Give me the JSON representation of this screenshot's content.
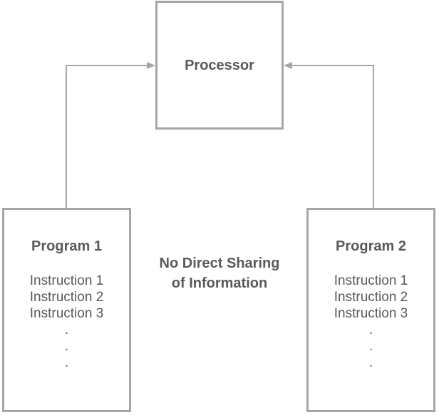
{
  "colors": {
    "background": "#ffffff",
    "box_border": "#a6a6a6",
    "connector_color": "#a6a6a6",
    "text_color": "#595959"
  },
  "processor": {
    "label": "Processor"
  },
  "program1": {
    "title": "Program 1",
    "lines": [
      "Instruction 1",
      "Instruction 2",
      "Instruction 3",
      ".",
      ".",
      "."
    ]
  },
  "program2": {
    "title": "Program 2",
    "lines": [
      "Instruction 1",
      "Instruction 2",
      "Instruction 3",
      ".",
      ".",
      "."
    ]
  },
  "center_note": {
    "lines": [
      "No Direct Sharing",
      "of Information"
    ]
  },
  "connectors": [
    {
      "from": "Program 1",
      "to": "Processor",
      "style": "elbow",
      "arrowhead": "filled-triangle"
    },
    {
      "from": "Program 2",
      "to": "Processor",
      "style": "elbow",
      "arrowhead": "filled-triangle"
    }
  ]
}
